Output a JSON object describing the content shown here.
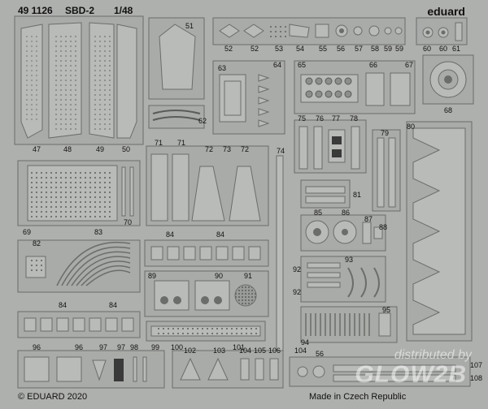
{
  "header": {
    "code": "49 1126",
    "model": "SBD-2",
    "scale": "1/48",
    "brand": "eduard"
  },
  "footer": {
    "copyright": "© EDUARD 2020",
    "origin": "Made in Czech Republic"
  },
  "watermark": {
    "line1": "distributed by",
    "line2": "GLOW2B"
  },
  "part_numbers": [
    "51",
    "52",
    "52",
    "53",
    "54",
    "55",
    "56",
    "57",
    "58",
    "59",
    "59",
    "60",
    "60",
    "61",
    "63",
    "64",
    "65",
    "66",
    "67",
    "68",
    "62",
    "47",
    "48",
    "49",
    "50",
    "71",
    "71",
    "72",
    "73",
    "72",
    "74",
    "75",
    "76",
    "77",
    "78",
    "79",
    "80",
    "81",
    "69",
    "70",
    "84",
    "84",
    "85",
    "86",
    "87",
    "88",
    "82",
    "83",
    "89",
    "90",
    "91",
    "92",
    "93",
    "92",
    "84",
    "84",
    "95",
    "94",
    "96",
    "96",
    "97",
    "97",
    "98",
    "99",
    "100",
    "101",
    "102",
    "103",
    "104",
    "105",
    "106",
    "104",
    "56",
    "107",
    "108"
  ],
  "colors": {
    "sheet": "#aeb0ad",
    "part": "#b9bbb8",
    "edge": "#6b6d6b",
    "dark": "#3a3a3a"
  }
}
